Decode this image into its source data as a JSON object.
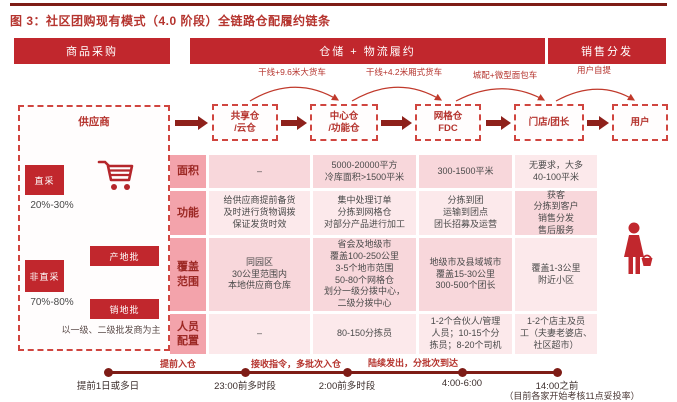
{
  "title": "图 3：社区团购现有模式（4.0 阶段）全链路仓配履约链条",
  "colors": {
    "brand_red": "#c1272d",
    "dark_maroon": "#7e1c16",
    "arrow_red": "#8e211b",
    "accent_text_red": "#b5342e",
    "table_header_pink": "#f3a3ab",
    "cell_pink_dark": "#f8d7db",
    "cell_pink_light": "#fce9eb"
  },
  "stages": [
    {
      "label": "商品采购"
    },
    {
      "label": "仓储 + 物流履约"
    },
    {
      "label": "销售分发"
    }
  ],
  "transport_labels": [
    "干线+9.6米大货车",
    "干线+4.2米厢式货车",
    "城配+微型面包车",
    "用户自提"
  ],
  "supplier": {
    "title": "供应商",
    "direct": {
      "label": "直采",
      "share": "20%-30%"
    },
    "non_direct": {
      "label": "非直采",
      "share": "70%-80%"
    },
    "origin_wholesale": "产地批",
    "sales_wholesale": "销地批",
    "note": "以一级、二级批发商为主",
    "icons": [
      "cart-icon"
    ]
  },
  "nodes": [
    "共享仓\n/云仓",
    "中心仓\n/功能仓",
    "网格仓\nFDC",
    "门店/团长",
    "用户"
  ],
  "table": {
    "row_headers": [
      "面积",
      "功能",
      "覆盖\n范围",
      "人员\n配置"
    ],
    "rows": [
      {
        "header": "面积",
        "cells": [
          "–",
          "5000-20000平方\n冷库面积>1500平米",
          "300-1500平米",
          "无要求，大多\n40-100平米"
        ]
      },
      {
        "header": "功能",
        "cells": [
          "给供应商提前备货\n及时进行货物调拨\n保证发货时效",
          "集中处理订单\n分拣到网格仓\n对部分产品进行加工",
          "分拣到团\n运输到团点\n团长招募及运营",
          "获客\n分拣到客户\n销售分发\n售后服务"
        ]
      },
      {
        "header": "覆盖范围",
        "cells": [
          "同园区\n30公里范围内\n本地供应商仓库",
          "省会及地级市\n覆盖100-250公里\n3-5个地市范围\n50-80个网格仓\n划分一级分拨中心，\n二级分拨中心",
          "地级市及县域城市\n覆盖15-30公里\n300-500个团长",
          "覆盖1-3公里\n附近小区"
        ]
      },
      {
        "header": "人员配置",
        "cells": [
          "–",
          "80-150分拣员",
          "1-2个合伙人/管理\n人员；10-15个分\n拣员；8-20个司机",
          "1-2个店主及员\n工（夫妻老婆店、\n社区超市）"
        ]
      }
    ]
  },
  "timeline": {
    "segments": [
      "提前入仓",
      "接收指令，多批次入仓",
      "陆续发出，分批次到达"
    ],
    "points": [
      "提前1日或多日",
      "23:00前多时段",
      "2:00前多时段",
      "4:00-6:00",
      "14:00之前"
    ],
    "footnote": "（目前各家开始考核11点妥投率）"
  },
  "icons": [
    "cart-icon",
    "person-with-basket-icon"
  ]
}
